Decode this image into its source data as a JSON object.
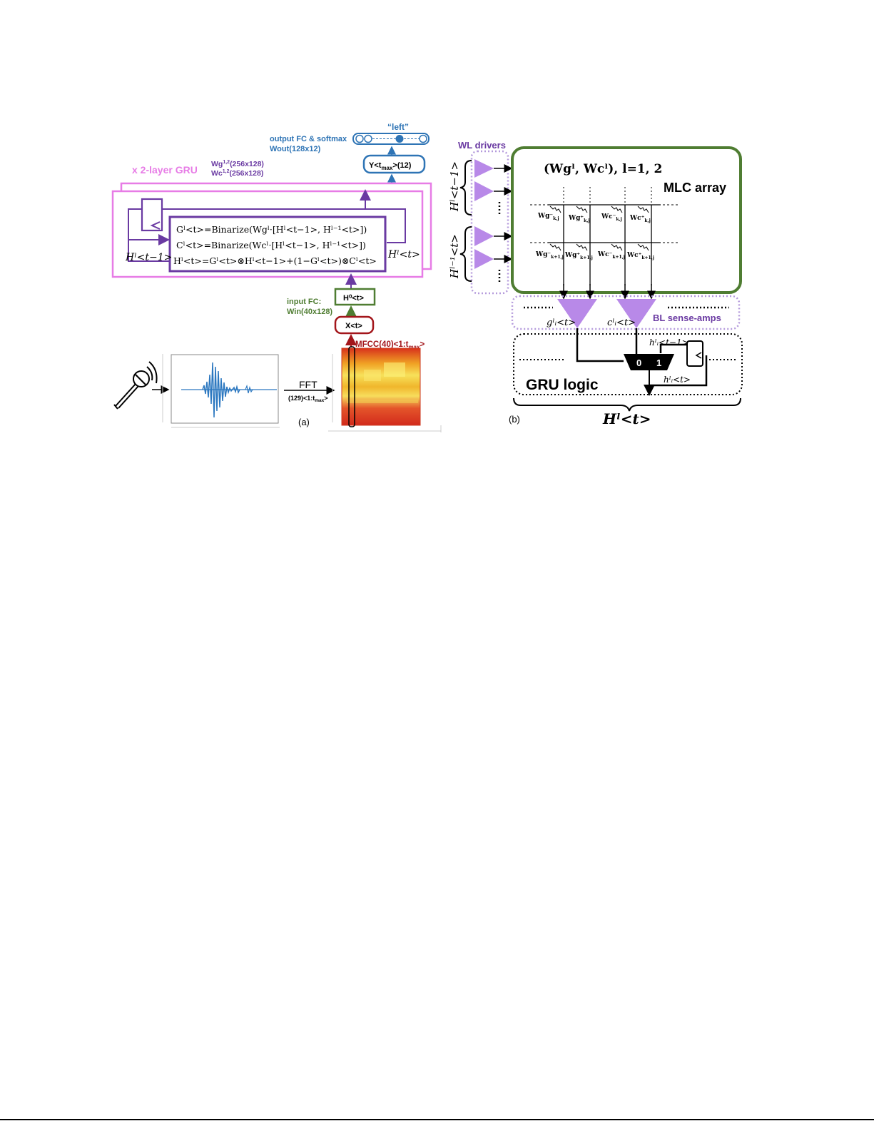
{
  "colors": {
    "purple": "#6a3aa2",
    "pink": "#e77ce6",
    "green": "#4f7d32",
    "blue": "#2e74b5",
    "dark_red": "#a3161b",
    "light_purple": "#b59bdc",
    "triangle": "#b889e8",
    "waveform": "#2c78c0"
  },
  "panel_a": {
    "caption": "(a)",
    "output_label": "output FC & softmax",
    "output_weights": "Wout(128x12)",
    "result_word": "“left”",
    "y_box": {
      "main": "Y<t",
      "sub": "max",
      "tail": ">(12)"
    },
    "gru_label": "x 2-layer GRU",
    "wg": {
      "main": "Wg",
      "sup": "1,2",
      "tail": "(256x128)"
    },
    "wc": {
      "main": "Wc",
      "sup": "1,2",
      "tail": "(256x128)"
    },
    "eq1": "Gˡ<t>=Binarize(Wgˡ·[Hˡ<t−1>, Hˡ⁻¹<t>])",
    "eq2": "Cˡ<t>=Binarize(Wcˡ·[Hˡ<t−1>, Hˡ⁻¹<t>])",
    "eq3": "Hˡ<t>=Gˡ<t>⊗Hˡ<t−1>+(1−Gˡ<t>)⊗Cˡ<t>",
    "h_prev": "Hˡ<t−1>",
    "h_out": "Hˡ<t>",
    "input_fc": "input FC:",
    "input_weights": "Win(40x128)",
    "h0_box": "H⁰<t>",
    "x_box": "X<t>",
    "mfcc": {
      "main": "MFCC(40)<1:t",
      "sub": "max",
      "tail": ">"
    },
    "fft": "FFT",
    "fft_dims": {
      "main": "(129)<1:t",
      "sub": "max",
      "tail": ">"
    }
  },
  "panel_b": {
    "caption": "(b)",
    "wl_drivers": "WL drivers",
    "weights_eq": "(Wgˡ, Wcˡ), l=1, 2",
    "mlc_array": "MLC array",
    "h_prev_vert": "Hˡ<t−1>",
    "h_lower_vert": "Hˡ⁻¹<t>",
    "cells_row1": [
      "Wg⁻",
      "Wg⁺",
      "Wc⁻",
      "Wc⁺"
    ],
    "cells_row2": [
      "Wg⁻",
      "Wg⁺",
      "Wc⁻",
      "Wc⁺"
    ],
    "cells_sub_row1": "k,j",
    "cells_sub_row2": "k+1,j",
    "g_label": "gˡᵢ<t>",
    "c_label": "cˡᵢ<t>",
    "sense_amps": "BL sense-amps",
    "gru_logic": "GRU logic",
    "mux_0": "0",
    "mux_1": "1",
    "h_prev_small": "hˡᵢ<t−1>",
    "h_small": "hˡᵢ<t>",
    "h_out": "Hˡ<t>"
  }
}
